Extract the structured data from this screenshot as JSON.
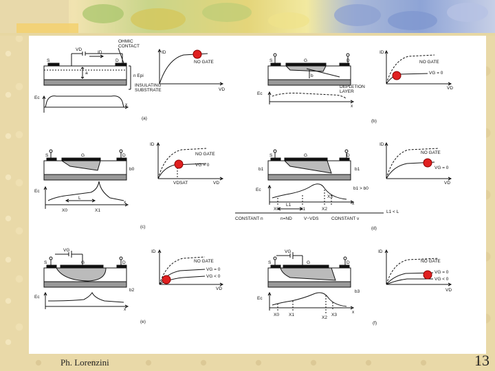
{
  "footer": {
    "author": "Ph. Lorenzini",
    "page_number": "13"
  },
  "colors": {
    "marker": "#e02020",
    "background": "#e9d9a8"
  },
  "panels": {
    "a": {
      "caption": "(a)",
      "struct": {
        "vd": "VD",
        "id": "ID",
        "s": "S",
        "d": "D",
        "a": "a",
        "epi": "n Epi",
        "ohmic1": "OHMIC",
        "ohmic2": "CONTACT",
        "ins1": "INSULATING",
        "ins2": "SUBSTRATE",
        "ec": "Ec",
        "x": "x"
      },
      "iv": {
        "id": "ID",
        "vd": "VD",
        "curve": "NO GATE"
      }
    },
    "b": {
      "caption": "(b)",
      "struct": {
        "s": "S",
        "g": "G",
        "d": "D",
        "b": "b",
        "ec": "Ec",
        "x": "x",
        "dep1": "DEPLETION",
        "dep2": "LAYER"
      },
      "iv": {
        "id": "ID",
        "vd": "VD",
        "curve1": "NO GATE",
        "curve2": "VG = 0"
      }
    },
    "c": {
      "caption": "(c)",
      "struct": {
        "s": "S",
        "g": "G",
        "d": "D",
        "b0": "b0",
        "ec": "Ec",
        "x": "x",
        "x0": "X0",
        "x1": "X1",
        "l": "L"
      },
      "iv": {
        "id": "ID",
        "vd": "VD",
        "curve1": "NO GATE",
        "curve2": "VG = 0",
        "vdsat": "VDSAT"
      }
    },
    "d": {
      "caption": "(d)",
      "struct": {
        "s": "S",
        "g": "G",
        "d": "D",
        "b1": "b1",
        "ec": "Ec",
        "x": "x",
        "x0": "X0",
        "x1": "X1",
        "x2": "X2",
        "x3": "X3",
        "b1b0": "b1 > b0",
        "const1": "CONSTANT n",
        "nnd": "n=ND",
        "vvd": "V−VDS",
        "const2": "CONSTANT v",
        "l1l": "L1 < L",
        "l1": "L1"
      },
      "iv": {
        "id": "ID",
        "vd": "VD",
        "curve1": "NO GATE",
        "curve2": "VG = 0"
      }
    },
    "e": {
      "caption": "(e)",
      "struct": {
        "vg": "VG",
        "s": "S",
        "g": "G",
        "d": "D",
        "b2": "b2",
        "ec": "Ec",
        "x": "x"
      },
      "iv": {
        "id": "ID",
        "vd": "VD",
        "curve1": "NO GATE",
        "curve2": "VG = 0",
        "curve3": "VG < 0"
      }
    },
    "f": {
      "caption": "(f)",
      "struct": {
        "vg": "VG",
        "s": "S",
        "g": "G",
        "d": "D",
        "b3": "b3",
        "ec": "Ec",
        "x": "x",
        "x0": "X0",
        "x1": "X1",
        "x2": "X2",
        "x3": "X3"
      },
      "iv": {
        "id": "ID",
        "vd": "VD",
        "curve1": "NO GATE",
        "curve2": "VG = 0",
        "curve3": "VG < 0"
      }
    }
  }
}
